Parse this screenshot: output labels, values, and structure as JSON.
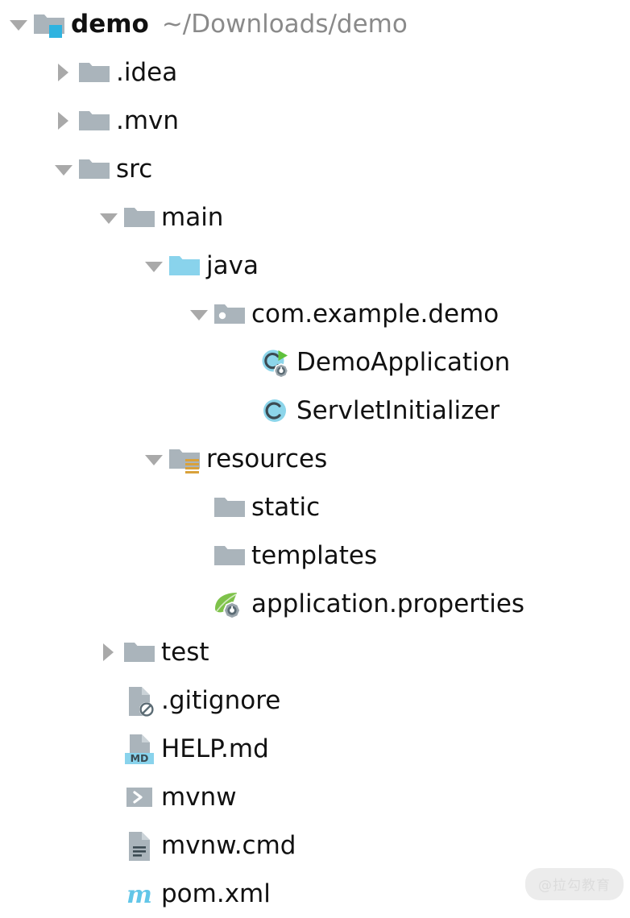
{
  "project_root": {
    "name": "demo",
    "path": "~/Downloads/demo"
  },
  "colors": {
    "folder_gray": "#aab4bb",
    "folder_cyan": "#89d3ec",
    "class_cyan": "#8cd5ea",
    "badge_cyan": "#2fb3e0",
    "spring_green": "#7ec24a",
    "maven_blue": "#62c6e8",
    "resources_orange": "#d9a13b",
    "text": "#111111",
    "path_text": "#8a8a8a",
    "arrow": "#a9a9a9",
    "md_badge": "#89d3ec",
    "watermark_pill": "#ececec"
  },
  "tree": [
    {
      "label": "demo",
      "path": "~/Downloads/demo",
      "depth": 0,
      "arrow": "down",
      "icon": "folder-module-icon",
      "bold": true
    },
    {
      "label": ".idea",
      "path": "",
      "depth": 1,
      "arrow": "right",
      "icon": "folder-icon",
      "bold": false
    },
    {
      "label": ".mvn",
      "path": "",
      "depth": 1,
      "arrow": "right",
      "icon": "folder-icon",
      "bold": false
    },
    {
      "label": "src",
      "path": "",
      "depth": 1,
      "arrow": "down",
      "icon": "folder-icon",
      "bold": false
    },
    {
      "label": "main",
      "path": "",
      "depth": 2,
      "arrow": "down",
      "icon": "folder-icon",
      "bold": false
    },
    {
      "label": "java",
      "path": "",
      "depth": 3,
      "arrow": "down",
      "icon": "folder-sources-icon",
      "bold": false
    },
    {
      "label": "com.example.demo",
      "path": "",
      "depth": 4,
      "arrow": "down",
      "icon": "package-icon",
      "bold": false
    },
    {
      "label": "DemoApplication",
      "path": "",
      "depth": 5,
      "arrow": "none",
      "icon": "java-class-spring-boot-icon",
      "bold": false
    },
    {
      "label": "ServletInitializer",
      "path": "",
      "depth": 5,
      "arrow": "none",
      "icon": "java-class-icon",
      "bold": false
    },
    {
      "label": "resources",
      "path": "",
      "depth": 3,
      "arrow": "down",
      "icon": "folder-resources-icon",
      "bold": false
    },
    {
      "label": "static",
      "path": "",
      "depth": 4,
      "arrow": "none",
      "icon": "folder-icon",
      "bold": false
    },
    {
      "label": "templates",
      "path": "",
      "depth": 4,
      "arrow": "none",
      "icon": "folder-icon",
      "bold": false
    },
    {
      "label": "application.properties",
      "path": "",
      "depth": 4,
      "arrow": "none",
      "icon": "spring-leaf-gear-icon",
      "bold": false
    },
    {
      "label": "test",
      "path": "",
      "depth": 2,
      "arrow": "right",
      "icon": "folder-icon",
      "bold": false
    },
    {
      "label": ".gitignore",
      "path": "",
      "depth": 2,
      "arrow": "none",
      "icon": "file-ignored-icon",
      "bold": false
    },
    {
      "label": "HELP.md",
      "path": "",
      "depth": 2,
      "arrow": "none",
      "icon": "file-markdown-icon",
      "bold": false
    },
    {
      "label": "mvnw",
      "path": "",
      "depth": 2,
      "arrow": "none",
      "icon": "file-shell-script-icon",
      "bold": false
    },
    {
      "label": "mvnw.cmd",
      "path": "",
      "depth": 2,
      "arrow": "none",
      "icon": "file-text-icon",
      "bold": false
    },
    {
      "label": "pom.xml",
      "path": "",
      "depth": 2,
      "arrow": "none",
      "icon": "maven-pom-icon",
      "bold": false
    }
  ],
  "watermark": {
    "text": "@拉勾教育"
  }
}
